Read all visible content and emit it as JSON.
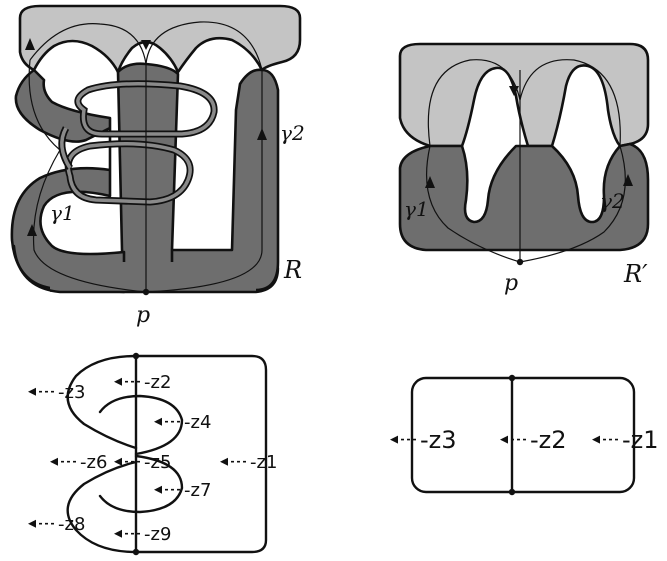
{
  "surface_left": {
    "curve1_label": "γ1",
    "curve2_label": "γ2",
    "point_label": "p",
    "surface_label": "R"
  },
  "surface_right": {
    "curve1_label": "γ1",
    "curve2_label": "γ2",
    "point_label": "p",
    "surface_label": "R′"
  },
  "graph_left": {
    "labels": [
      "-z3",
      "-z2",
      "-z4",
      "-z6",
      "-z5",
      "-z1",
      "-z7",
      "-z8",
      "-z9"
    ]
  },
  "graph_right": {
    "labels": [
      "-z3",
      "-z2",
      "-z1"
    ]
  },
  "colors": {
    "dark_band": "#6e6e6e",
    "light_band": "#c4c4c4",
    "outline": "#111111"
  }
}
